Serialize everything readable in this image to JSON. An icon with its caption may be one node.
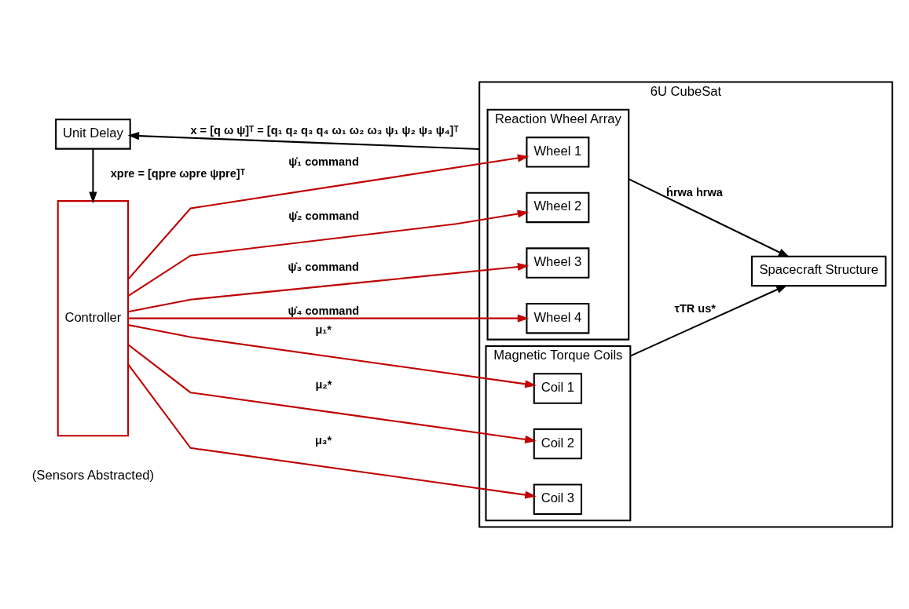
{
  "diagram": {
    "nodes": [
      {
        "text": [
          "Unit Delay"
        ]
      },
      {
        "text": [
          "Controller"
        ]
      },
      {
        "text": [
          "6U CubeSat"
        ]
      },
      {
        "text": [
          "Reaction Wheel Array"
        ],
        "in": 2
      },
      {
        "text": [
          "Wheel 1"
        ],
        "in": 3
      },
      {
        "text": [
          "Wheel 2"
        ],
        "in": 3
      },
      {
        "text": [
          "Wheel 3"
        ],
        "in": 3
      },
      {
        "text": [
          "Wheel 4"
        ],
        "in": 3
      },
      {
        "text": [
          "Magnetic Torque Coils"
        ],
        "in": 2
      },
      {
        "text": [
          "Coil 1"
        ],
        "in": 8
      },
      {
        "text": [
          "Coil 2"
        ],
        "in": 8
      },
      {
        "text": [
          "Coil 3"
        ],
        "in": 8
      },
      {
        "text": [
          "Spacecraft Structure"
        ],
        "in": 2
      }
    ],
    "edges": [
      {
        "from": 1,
        "to": 4,
        "arrow": "to",
        "label": "ψ̇₁ command"
      },
      {
        "from": 1,
        "to": 5,
        "arrow": "to",
        "label": "ψ̇₂ command"
      },
      {
        "from": 1,
        "to": 6,
        "arrow": "to",
        "label": "ψ̇₃ command"
      },
      {
        "from": 1,
        "to": 7,
        "arrow": "to",
        "label": "ψ̇₄ command"
      },
      {
        "from": 1,
        "to": 9,
        "arrow": "to",
        "label": "μ₁*"
      },
      {
        "from": 1,
        "to": 10,
        "arrow": "to",
        "label": "μ₂*"
      },
      {
        "from": 1,
        "to": 11,
        "arrow": "to",
        "label": "μ₃*"
      },
      {
        "from": 3,
        "to": 12,
        "arrow": "to",
        "label": "ḣrwa hrwa",
        "color": "#000000"
      },
      {
        "from": 8,
        "to": 12,
        "arrow": "to",
        "label": "τTR us*",
        "color": "#000000"
      },
      {
        "from": 2,
        "to": 0,
        "arrow": "to",
        "label": "x = [q ω ψ]ᵀ = [q₁ q₂ q₃ q₄ ω₁ ω₂ ω₃ ψ₁ ψ₂ ψ₃ ψ₄]ᵀ",
        "color": "#000000"
      },
      {
        "from": 0,
        "to": 1,
        "arrow": "to",
        "label": "xpre = [qpre ωpre ψpre]ᵀ",
        "color": "#000000"
      }
    ],
    "labels": [
      "(Sensors Abstracted)"
    ]
  }
}
